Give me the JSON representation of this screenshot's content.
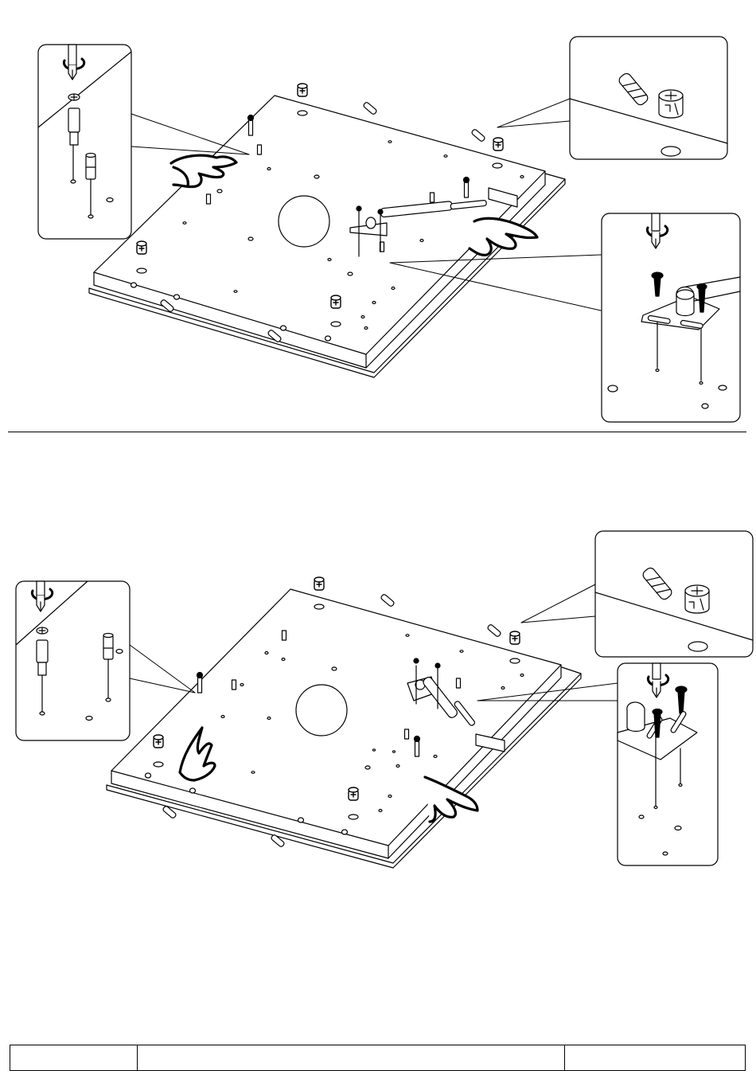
{
  "document": {
    "type": "assembly-instruction-sheet",
    "steps": [
      {
        "id": "step-1",
        "parts": [
          "hinge-mounting-plate",
          "gas-strut",
          "cam-lock-fitting",
          "wooden-dowel",
          "screw",
          "cam-bolt"
        ]
      },
      {
        "id": "step-2",
        "parts": [
          "hinge-mounting-plate",
          "gas-strut",
          "cam-lock-fitting",
          "wooden-dowel",
          "screw",
          "cam-bolt"
        ]
      }
    ],
    "icons": [
      "screwdriver-icon",
      "hand-icon",
      "cam-lock-icon",
      "dowel-icon",
      "screw-icon"
    ],
    "colors": {
      "line": "#000000",
      "background": "#ffffff"
    }
  },
  "footer": {
    "cell_1": "",
    "cell_2": "",
    "cell_3": ""
  }
}
